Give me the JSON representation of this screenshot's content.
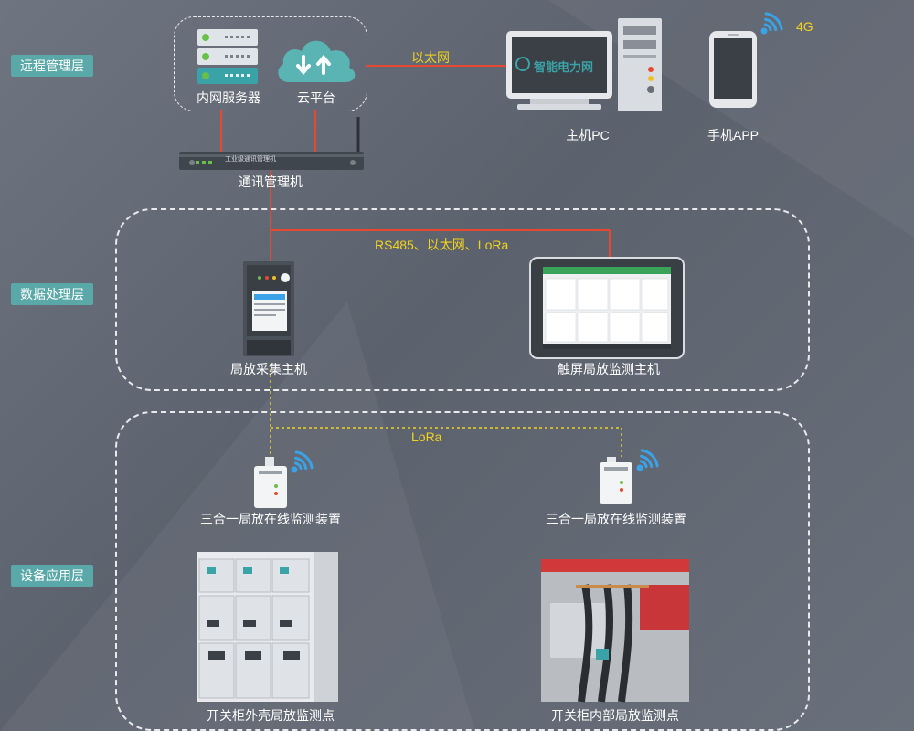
{
  "layers": {
    "remote": "远程管理层",
    "processing": "数据处理层",
    "device": "设备应用层"
  },
  "remote": {
    "server_label": "内网服务器",
    "cloud_label": "云平台",
    "ethernet_label": "以太网",
    "pc_label": "主机PC",
    "pc_screen_brand": "智能电力网",
    "phone_label": "手机APP",
    "network_4g": "4G",
    "comm_label": "通讯管理机",
    "comm_device_text": "工业级通讯管理机"
  },
  "processing": {
    "link_label": "RS485、以太网、LoRa",
    "collector_label": "局放采集主机",
    "touch_label": "触屏局放监测主机"
  },
  "device": {
    "lora_label": "LoRa",
    "sensor_left_label": "三合一局放在线监测装置",
    "sensor_right_label": "三合一局放在线监测装置",
    "cabinet_outer_label": "开关柜外壳局放监测点",
    "cabinet_inner_label": "开关柜内部局放监测点"
  },
  "colors": {
    "layer_tag": "#5aa8a8",
    "link_red": "#e8492e",
    "link_yellow": "#f0d21f",
    "wifi_blue": "#3aa3e8"
  }
}
